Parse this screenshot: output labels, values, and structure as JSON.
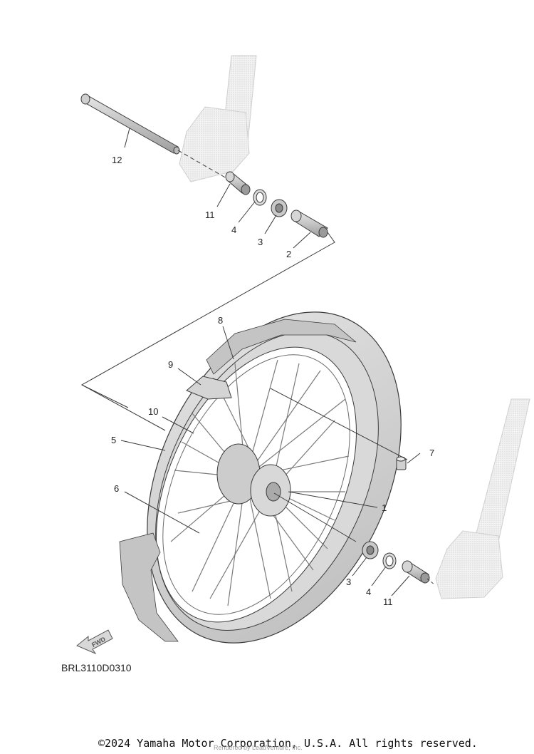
{
  "diagram": {
    "callouts": [
      {
        "id": "c12",
        "label": "12"
      },
      {
        "id": "c11a",
        "label": "11"
      },
      {
        "id": "c4a",
        "label": "4"
      },
      {
        "id": "c3a",
        "label": "3"
      },
      {
        "id": "c2",
        "label": "2"
      },
      {
        "id": "c8",
        "label": "8"
      },
      {
        "id": "c9",
        "label": "9"
      },
      {
        "id": "c10",
        "label": "10"
      },
      {
        "id": "c5",
        "label": "5"
      },
      {
        "id": "c7",
        "label": "7"
      },
      {
        "id": "c6",
        "label": "6"
      },
      {
        "id": "c1",
        "label": "1"
      },
      {
        "id": "c3b",
        "label": "3"
      },
      {
        "id": "c4b",
        "label": "4"
      },
      {
        "id": "c11b",
        "label": "11"
      }
    ],
    "fwd_label": "FWD",
    "reference_code": "BRL3110D0310",
    "copyright": "©2024 Yamaha Motor Corporation, U.S.A. All rights reserved.",
    "watermark": "Rendered by LeadVenture, Inc."
  },
  "colors": {
    "line": "#3a3a3a",
    "part_fill": "#dcdcdc",
    "part_shadow": "#b5b5b5",
    "ghost_fill": "#eeeeee"
  }
}
